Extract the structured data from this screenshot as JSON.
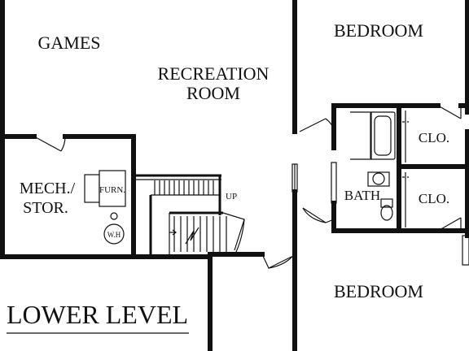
{
  "title": "LOWER LEVEL",
  "rooms": {
    "games": "GAMES",
    "recreation_line1": "RECREATION",
    "recreation_line2": "ROOM",
    "bedroom_top": "BEDROOM",
    "bedroom_bottom": "BEDROOM",
    "bath": "BATH",
    "closet_top": "CLO.",
    "closet_bottom": "CLO.",
    "mech_line1": "MECH./",
    "mech_line2": "STOR."
  },
  "fixtures": {
    "furnace": "FURN.",
    "water_heater": "W.H",
    "stairs_direction": "UP"
  }
}
